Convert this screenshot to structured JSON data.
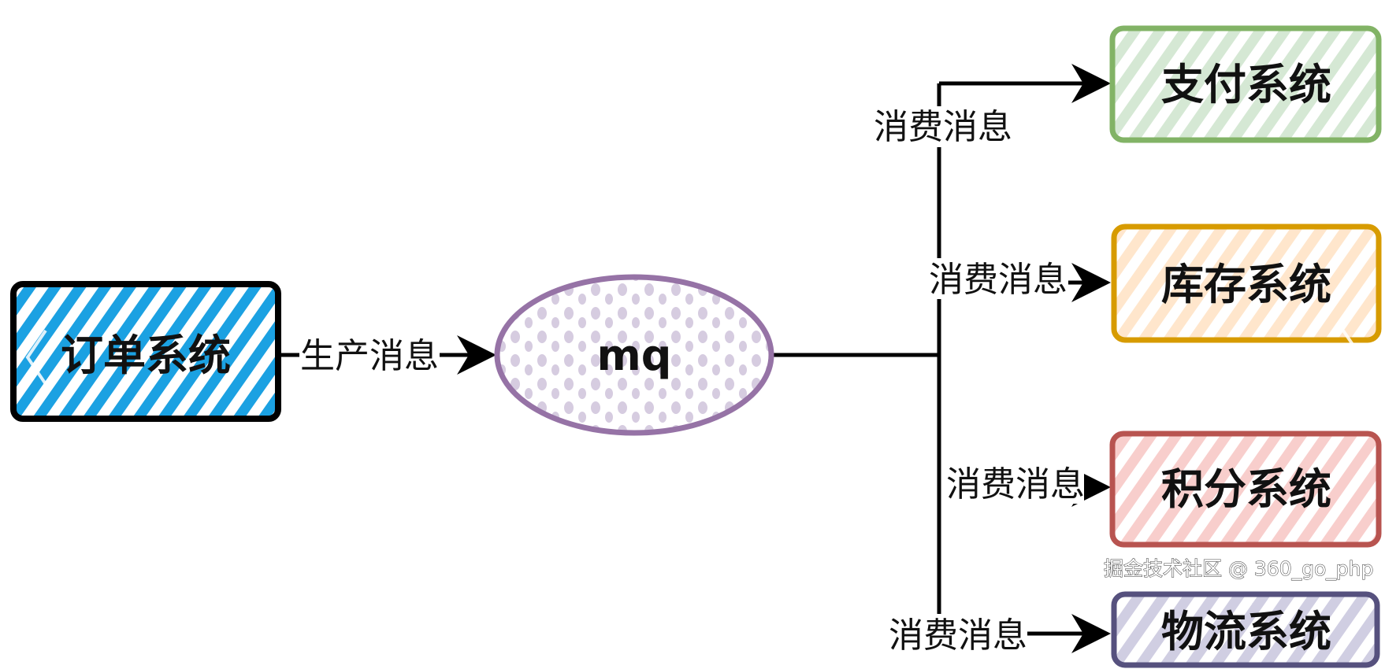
{
  "nodes": {
    "order": {
      "label": "订单系统",
      "color": "#1ba1e2",
      "border": "#000000"
    },
    "mq": {
      "label": "mq",
      "color": "#d6cce0",
      "border": "#9673a6"
    },
    "payment": {
      "label": "支付系统",
      "color": "#d5e8d4",
      "border": "#82b366"
    },
    "inventory": {
      "label": "库存系统",
      "color": "#ffe6cc",
      "border": "#d79b00"
    },
    "points": {
      "label": "积分系统",
      "color": "#f8cecc",
      "border": "#b85450"
    },
    "logistics": {
      "label": "物流系统",
      "color": "#d0cee2",
      "border": "#56517e"
    }
  },
  "edges": {
    "produce": "生产消息",
    "consume_payment": "消费消息",
    "consume_inventory": "消费消息",
    "consume_points": "消费消息",
    "consume_logistics": "消费消息"
  },
  "watermark": "掘金技术社区 @ 360_go_php",
  "carousel": {
    "prev_icon": "chevron-left-icon",
    "next_icon": "chevron-right-icon"
  }
}
